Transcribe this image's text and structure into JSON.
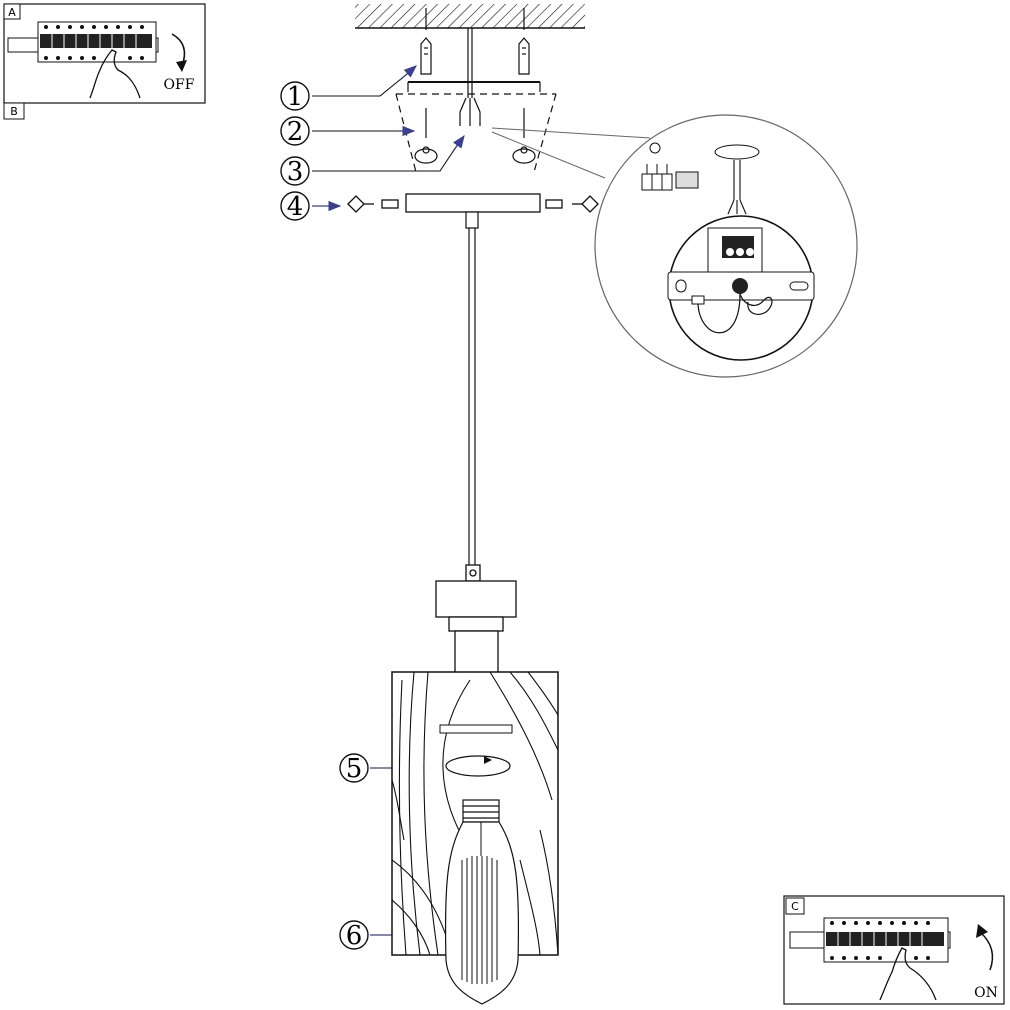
{
  "panels": {
    "off": {
      "label": "A",
      "sublabel": "B",
      "state": "OFF"
    },
    "on": {
      "label": "C",
      "state": "ON"
    }
  },
  "callouts": [
    {
      "id": "1",
      "part": "wall anchor / screw"
    },
    {
      "id": "2",
      "part": "mounting screw with washer"
    },
    {
      "id": "3",
      "part": "supply wires"
    },
    {
      "id": "4",
      "part": "side fixing screws"
    },
    {
      "id": "5",
      "part": "wooden shade (twist on)"
    },
    {
      "id": "6",
      "part": "filament bulb"
    }
  ],
  "callout_numbers": {
    "n1": "1",
    "n2": "2",
    "n3": "3",
    "n4": "4",
    "n5": "5",
    "n6": "6"
  },
  "colors": {
    "line": "#111111",
    "accent_arrow": "#3a3f8f",
    "detail_circle": "#666666"
  }
}
